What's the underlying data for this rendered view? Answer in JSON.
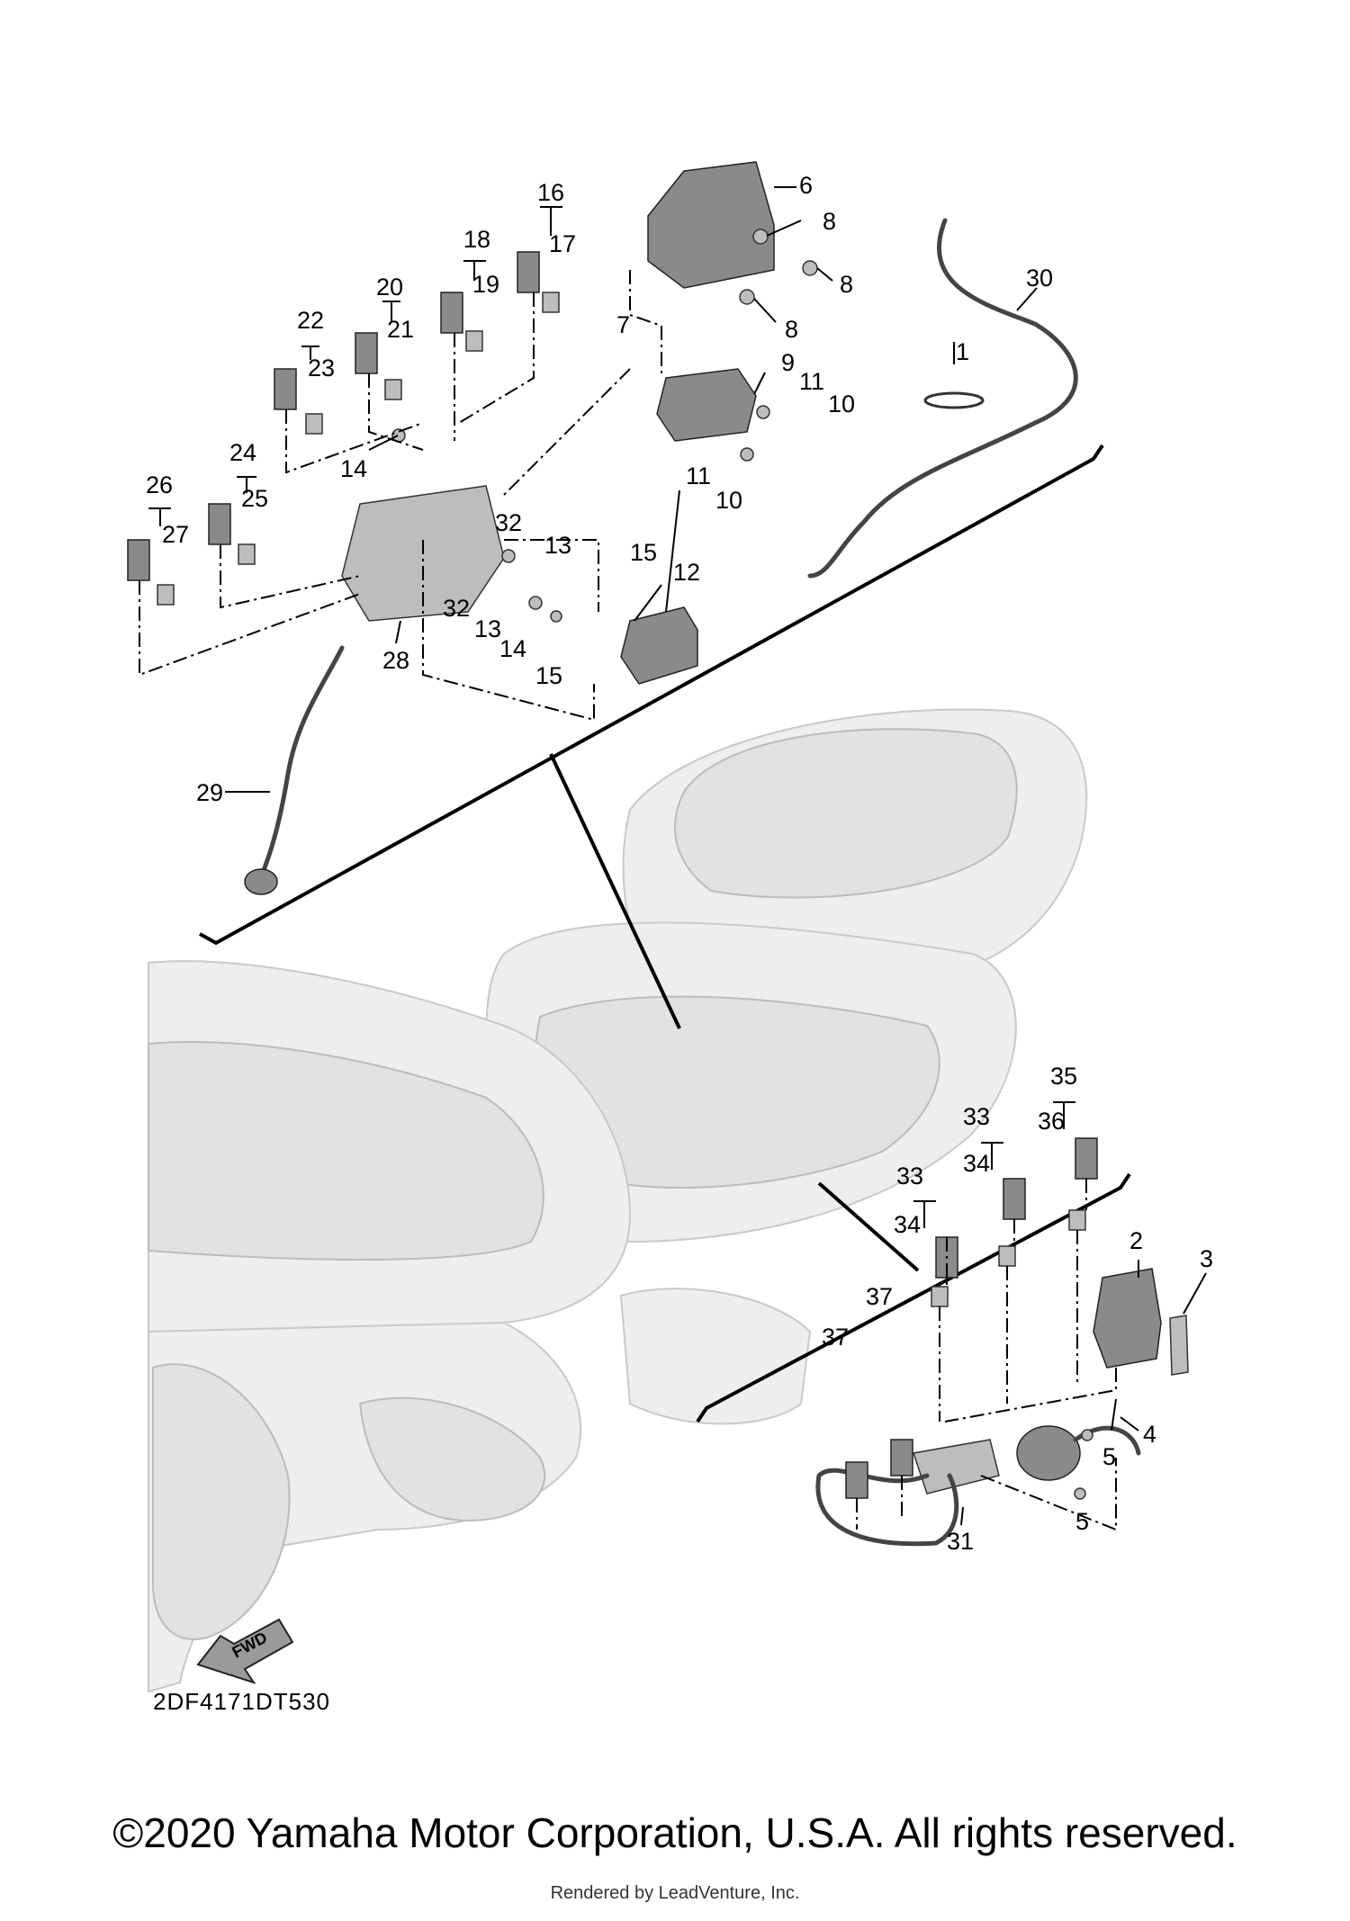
{
  "diagram": {
    "drawing_code": "2DF4171DT530",
    "fwd_label": "FWD",
    "callouts": {
      "c1": "1",
      "c2": "2",
      "c3": "3",
      "c4": "4",
      "c5a": "5",
      "c5b": "5",
      "c6": "6",
      "c7": "7",
      "c8a": "8",
      "c8b": "8",
      "c8c": "8",
      "c9": "9",
      "c10a": "10",
      "c10b": "10",
      "c11a": "11",
      "c11b": "11",
      "c12": "12",
      "c13a": "13",
      "c13b": "13",
      "c14a": "14",
      "c14b": "14",
      "c15a": "15",
      "c15b": "15",
      "c16": "16",
      "c17": "17",
      "c18": "18",
      "c19": "19",
      "c20": "20",
      "c21": "21",
      "c22": "22",
      "c23": "23",
      "c24": "24",
      "c25": "25",
      "c26": "26",
      "c27": "27",
      "c28": "28",
      "c29": "29",
      "c30": "30",
      "c31": "31",
      "c32a": "32",
      "c32b": "32",
      "c33a": "33",
      "c33b": "33",
      "c34a": "34",
      "c34b": "34",
      "c35": "35",
      "c36": "36",
      "c37a": "37",
      "c37b": "37"
    }
  },
  "footer": {
    "copyright": "©2020 Yamaha Motor Corporation, U.S.A. All rights reserved.",
    "rendered_by": "Rendered by LeadVenture, Inc."
  }
}
